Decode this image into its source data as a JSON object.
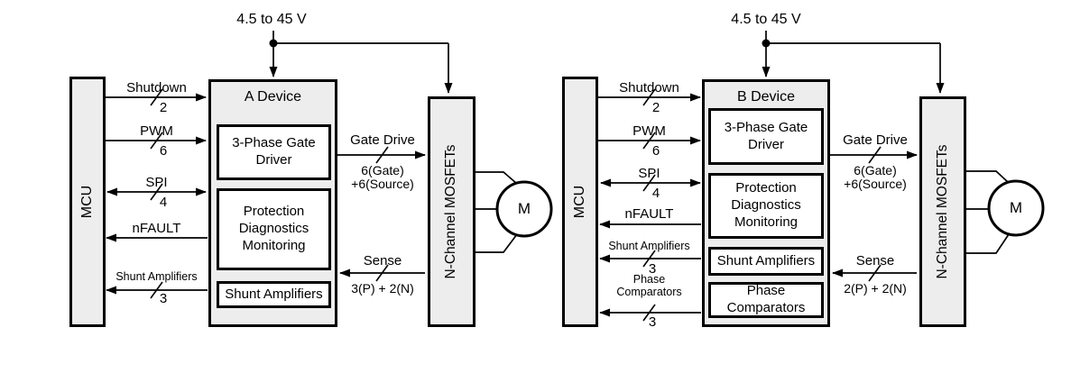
{
  "colors": {
    "background": "#ffffff",
    "box_fill": "#ededed",
    "inner_block_fill": "#ffffff",
    "line_and_text": "#000000"
  },
  "diagrams": {
    "left": {
      "supply_label": "4.5 to 45 V",
      "mcu_label": "MCU",
      "device_title": "A Device",
      "blocks": {
        "gate_driver": "3-Phase Gate Driver",
        "protection": "Protection Diagnostics Monitoring",
        "shunt_amplifiers": "Shunt Amplifiers"
      },
      "signals": {
        "shutdown": {
          "label": "Shutdown",
          "count": "2"
        },
        "pwm": {
          "label": "PWM",
          "count": "6"
        },
        "spi": {
          "label": "SPI",
          "count": "4"
        },
        "nfault": {
          "label": "nFAULT"
        },
        "shunt_amplifiers": {
          "label": "Shunt Amplifiers",
          "count": "3"
        }
      },
      "gate_drive": {
        "label": "Gate Drive",
        "detail1": "6(Gate)",
        "detail2": "+6(Source)"
      },
      "sense": {
        "label": "Sense",
        "detail": "3(P) + 2(N)"
      },
      "mosfet_label": "N-Channel MOSFETs",
      "motor_label": "M"
    },
    "right": {
      "supply_label": "4.5 to 45 V",
      "mcu_label": "MCU",
      "device_title": "B Device",
      "blocks": {
        "gate_driver": "3-Phase Gate Driver",
        "protection": "Protection Diagnostics Monitoring",
        "shunt_amplifiers": "Shunt Amplifiers",
        "phase_comparators": "Phase Comparators"
      },
      "signals": {
        "shutdown": {
          "label": "Shutdown",
          "count": "2"
        },
        "pwm": {
          "label": "PWM",
          "count": "6"
        },
        "spi": {
          "label": "SPI",
          "count": "4"
        },
        "nfault": {
          "label": "nFAULT"
        },
        "shunt_amplifiers": {
          "label": "Shunt Amplifiers",
          "count": "3"
        },
        "phase_comparators": {
          "label": "Phase Comparators",
          "count": "3"
        }
      },
      "gate_drive": {
        "label": "Gate Drive",
        "detail1": "6(Gate)",
        "detail2": "+6(Source)"
      },
      "sense": {
        "label": "Sense",
        "detail": "2(P) + 2(N)"
      },
      "mosfet_label": "N-Channel MOSFETs",
      "motor_label": "M"
    }
  }
}
